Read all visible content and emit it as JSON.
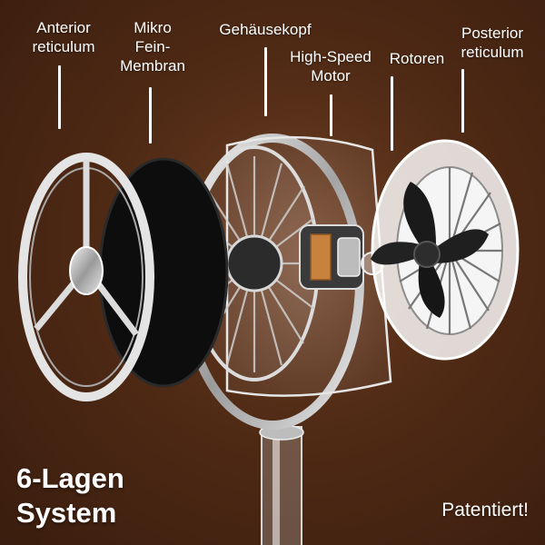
{
  "labels": {
    "anterior": "Anterior\nreticulum",
    "membrane": "Mikro\nFein-\nMembran",
    "housing_head": "Gehäusekopf",
    "motor": "High-Speed\nMotor",
    "rotors": "Rotoren",
    "posterior": "Posterior\nreticulum"
  },
  "headline": "6-Lagen\nSystem",
  "tagline": "Patentiert!",
  "colors": {
    "background": "#4f2a15",
    "text": "#ffffff",
    "copper_coil": "#c9823e"
  },
  "icons": [
    "fan-exploded-illustration"
  ]
}
